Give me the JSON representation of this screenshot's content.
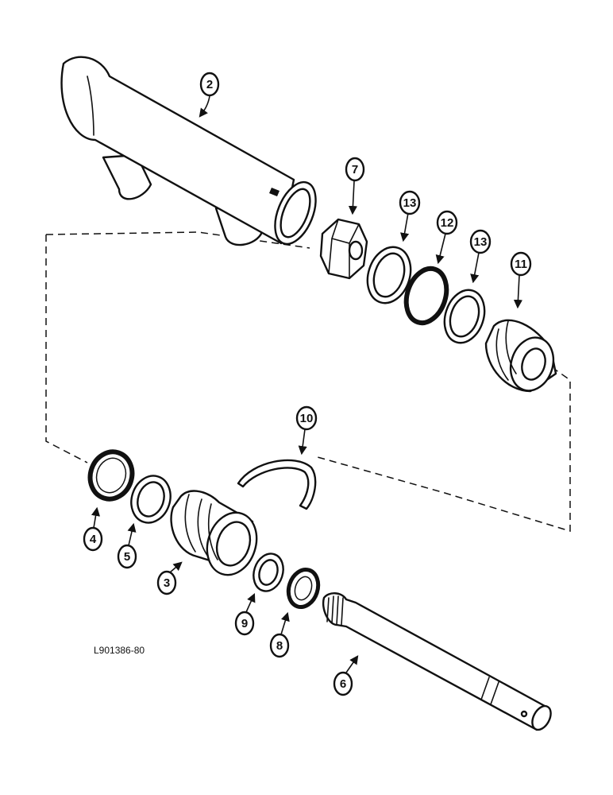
{
  "diagram": {
    "figure_id": "L901386-80",
    "callouts": [
      "2",
      "7",
      "13",
      "12",
      "13",
      "11",
      "10",
      "4",
      "5",
      "3",
      "9",
      "8",
      "6"
    ]
  },
  "colors": {
    "ink": "#111111",
    "paper": "#ffffff"
  }
}
